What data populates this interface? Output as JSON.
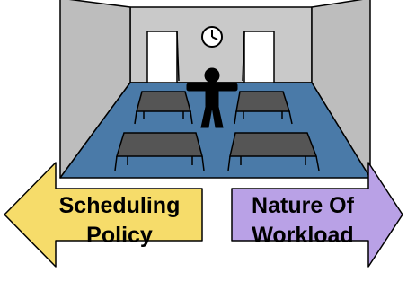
{
  "diagram": {
    "room": {
      "wall_color": "#c8c8c8",
      "floor_color": "#4a7aa8",
      "bed_color": "#555555",
      "door_color": "#ffffff",
      "clock_icon": "clock-icon",
      "person_icon": "person-icon",
      "bed_count": 4,
      "door_count": 2
    },
    "left_arrow": {
      "line1": "Scheduling",
      "line2": "Policy",
      "color": "#f6dc6a",
      "direction": "left"
    },
    "right_arrow": {
      "line1": "Nature Of",
      "line2": "Workload",
      "color": "#b9a1e6",
      "direction": "right"
    }
  }
}
